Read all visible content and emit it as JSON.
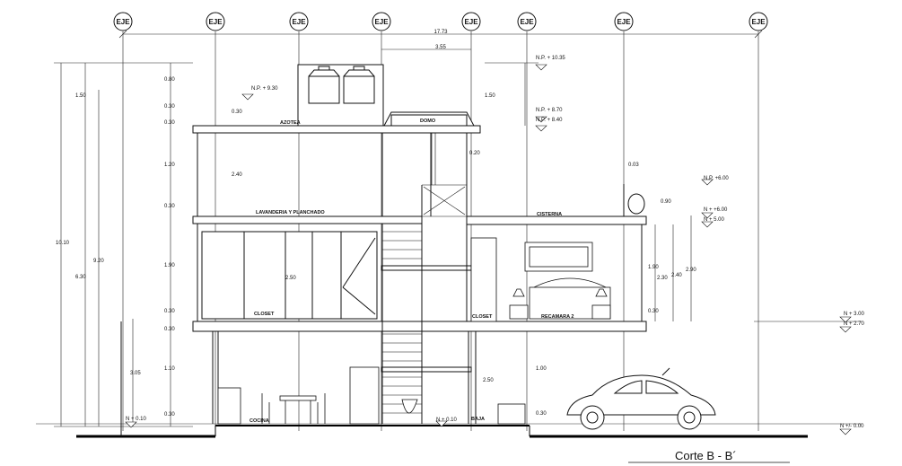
{
  "drawing": {
    "title": "Corte B - B´",
    "axis_label": "EJE",
    "axis_count": 8,
    "overall_dimension": "17.73",
    "partial_dimension": "3.55",
    "rooms": {
      "azotea": "AZOTEA",
      "domo": "DOMO",
      "lavanderia": "LAVANDERIA Y PLANCHADO",
      "closet_1": "CLOSET",
      "closet_2": "CLOSET",
      "recamara": "RECAMARA 2",
      "cocina": "COCINA",
      "baja": "BAJA"
    },
    "levels": {
      "np_930": "N.P. + 9.30",
      "np_1035": "N.P. + 10.35",
      "np_870": "N.P. + 8.70",
      "np_840": "N.P. + 8.40",
      "np_600": "N.P. +6.00",
      "n_600": "N + +6.00",
      "n_500": "N + 5.00",
      "n_300": "N + 3.00",
      "n_270": "N + 2.70",
      "n_010": "N + 0.10",
      "n_010b": "N + 0.10",
      "n_000": "N +/- 0.00"
    },
    "left_dims": {
      "total": "10.10",
      "d920": "9.20",
      "d630": "6.30",
      "d150": "1.50",
      "d305": "3.05"
    },
    "column_dims": [
      "0.80",
      "0.30",
      "0.30",
      "1.20",
      "0.30",
      "1.90",
      "0.30",
      "0.30",
      "1.10",
      "0.30"
    ],
    "interior_dims": {
      "d030": "0.30",
      "d240": "2.40",
      "d250": "2.50",
      "d150r": "1.50",
      "d020": "0.20",
      "d003": "0.03",
      "d090": "0.90",
      "d190r": "1.90",
      "d230": "2.30",
      "d240r": "2.40",
      "d290": "2.90",
      "d030r": "0.30",
      "d250b": "2.50",
      "d100": "1.00",
      "d030b": "0.30"
    },
    "cistern_label": "CISTERNA"
  }
}
